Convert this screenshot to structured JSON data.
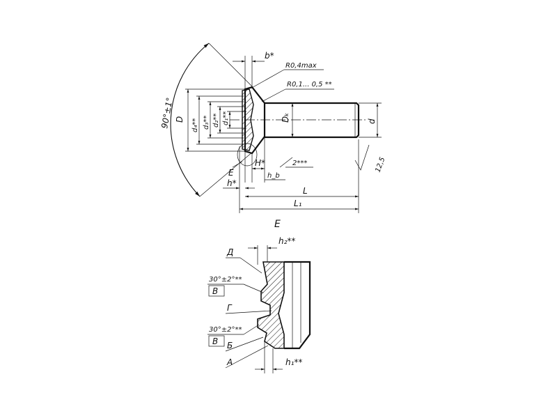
{
  "labels": {
    "angle": "90°±1°",
    "b": "b*",
    "r_max": "R0,4max",
    "r_range": "R0,1... 0,5 **",
    "D": "D",
    "d4": "d₄**",
    "d3": "d₃**",
    "d2": "d₂**",
    "d1": "d₁**",
    "Dk": "Dₖ",
    "d": "d",
    "E_top": "E",
    "H": "H*",
    "h": "h*",
    "hb": "h_b",
    "roughness2": "2***",
    "roughness125": "12,5",
    "L": "L",
    "L1": "L₁",
    "E_section": "E",
    "h2": "h₂**",
    "D_cyr": "Д",
    "angle1": "30°±2°**",
    "V1": "В",
    "G_cyr": "Г",
    "angle2": "30°±2°**",
    "V2": "В",
    "B_cyr": "Б",
    "A": "А",
    "h1": "h₁**"
  }
}
